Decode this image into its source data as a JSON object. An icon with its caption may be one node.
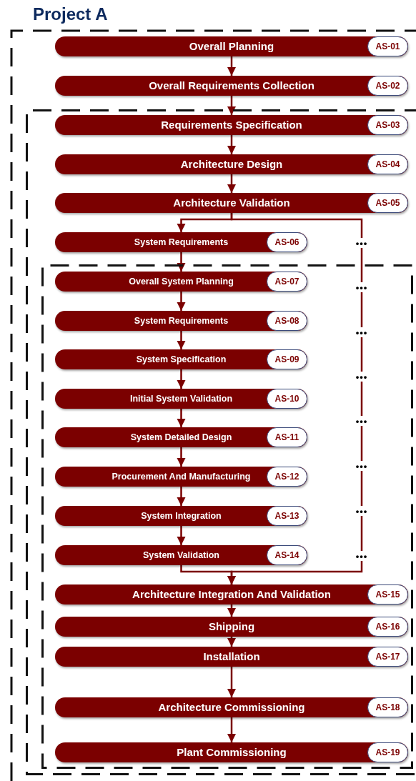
{
  "diagram": {
    "nodes": [
      {
        "text": [
          "Project A"
        ]
      },
      {
        "text": [
          "Overall Planning",
          "AS-01"
        ],
        "in": 0
      },
      {
        "text": [
          "Overall Requirements Collection",
          "AS-02"
        ],
        "in": 0
      },
      {
        "text": [],
        "shape": "box",
        "in": 0
      },
      {
        "text": [
          "Requirements Specification",
          "AS-03"
        ],
        "in": 3
      },
      {
        "text": [
          "Architecture Design",
          "AS-04"
        ],
        "in": 3
      },
      {
        "text": [
          "Architecture Validation",
          "AS-05"
        ],
        "in": 3
      },
      {
        "text": [
          "System Requirements",
          "AS-06"
        ],
        "in": 3
      },
      {
        "text": [],
        "shape": "box",
        "in": 3
      },
      {
        "text": [
          "Overall System Planning",
          "AS-07"
        ],
        "in": 8
      },
      {
        "text": [
          "System Requirements",
          "AS-08"
        ],
        "in": 8
      },
      {
        "text": [
          "System Specification",
          "AS-09"
        ],
        "in": 8
      },
      {
        "text": [
          "Initial System Validation",
          "AS-10"
        ],
        "in": 8
      },
      {
        "text": [
          "System Detailed Design",
          "AS-11"
        ],
        "in": 8
      },
      {
        "text": [
          "Procurement And Manufacturing",
          "AS-12"
        ],
        "in": 8
      },
      {
        "text": [
          "System Integration",
          "AS-13"
        ],
        "in": 8
      },
      {
        "text": [
          "System Validation",
          "AS-14"
        ],
        "in": 8
      },
      {
        "text": [
          "Architecture Integration And Validation",
          "AS-15"
        ],
        "in": 8
      },
      {
        "text": [
          "Shipping",
          "AS-16"
        ],
        "in": 8
      },
      {
        "text": [
          "Installation",
          "AS-17"
        ],
        "in": 8
      },
      {
        "text": [
          "Architecture Commissioning",
          "AS-18"
        ],
        "in": 8
      },
      {
        "text": [
          "Plant Commissioning",
          "AS-19"
        ],
        "in": 8
      }
    ],
    "edges": [
      {
        "from": 1,
        "to": 2,
        "arrow": "to"
      },
      {
        "from": 2,
        "to": 4,
        "arrow": "to"
      },
      {
        "from": 4,
        "to": 5,
        "arrow": "to"
      },
      {
        "from": 5,
        "to": 6,
        "arrow": "to"
      },
      {
        "from": 6,
        "to": 7,
        "arrow": "to"
      },
      {
        "from": 6,
        "to": 17,
        "arrow": "to"
      },
      {
        "from": 7,
        "to": 9,
        "arrow": "to"
      },
      {
        "from": 9,
        "to": 10,
        "arrow": "to"
      },
      {
        "from": 10,
        "to": 11,
        "arrow": "to"
      },
      {
        "from": 11,
        "to": 12,
        "arrow": "to"
      },
      {
        "from": 12,
        "to": 13,
        "arrow": "to"
      },
      {
        "from": 13,
        "to": 14,
        "arrow": "to"
      },
      {
        "from": 14,
        "to": 15,
        "arrow": "to"
      },
      {
        "from": 15,
        "to": 16,
        "arrow": "to"
      },
      {
        "from": 16,
        "to": 17,
        "arrow": "to"
      },
      {
        "from": 17,
        "to": 18,
        "arrow": "to"
      },
      {
        "from": 18,
        "to": 19,
        "arrow": "to"
      },
      {
        "from": 19,
        "to": 20,
        "arrow": "to"
      },
      {
        "from": 20,
        "to": 21,
        "arrow": "to"
      }
    ],
    "labels": [
      "•••",
      "•••",
      "•••",
      "•••",
      "•••",
      "•••",
      "•••",
      "•••"
    ]
  }
}
